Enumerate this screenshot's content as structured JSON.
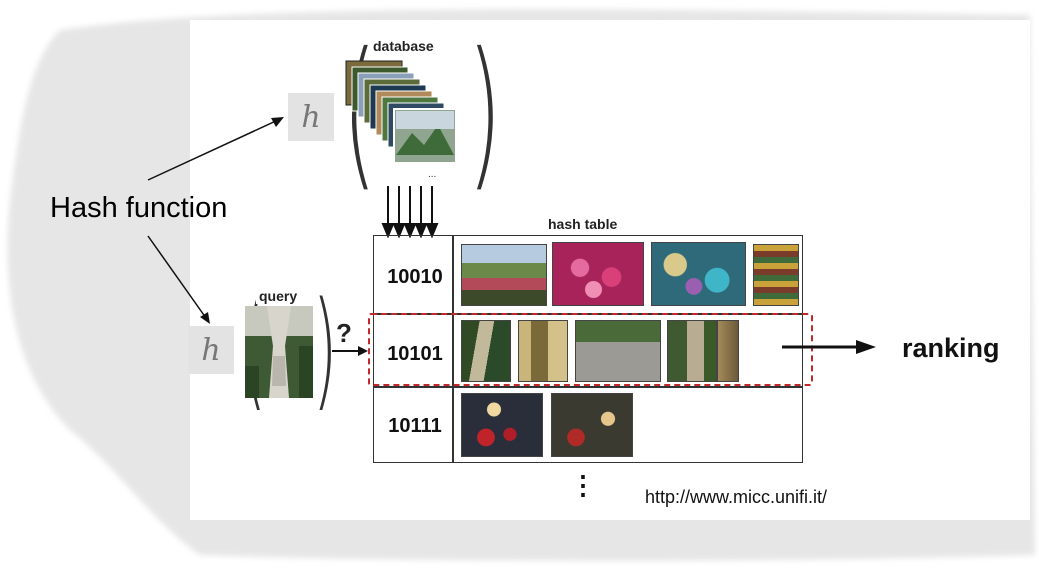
{
  "database_label": "database",
  "query_label": "query",
  "hash_table_label": "hash table",
  "hash_symbol": "h",
  "hash_function_label": "Hash function",
  "question_mark": "?",
  "codes": [
    "10010",
    "10101",
    "10111"
  ],
  "ranking_label": "ranking",
  "ellipsis": "⋮",
  "source_url": "http://www.micc.unifi.it/",
  "colors": {
    "highlight": "#c0282a",
    "hbox": "#e3e3e3"
  }
}
